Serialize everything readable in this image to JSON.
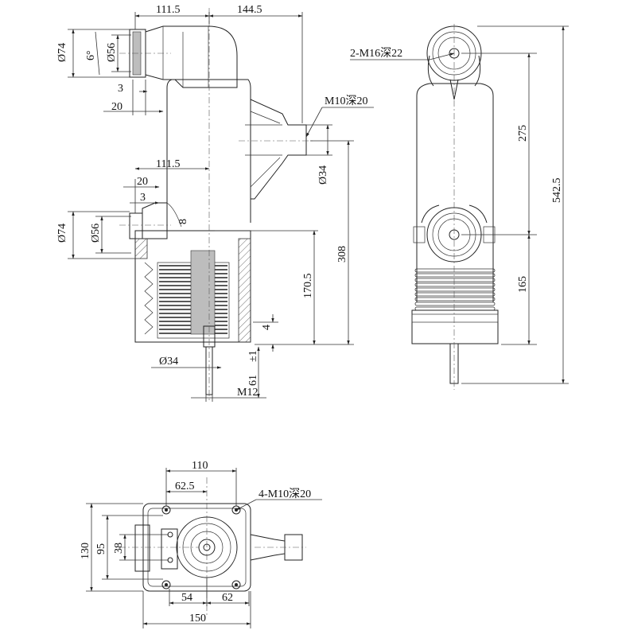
{
  "side_view": {
    "dims": {
      "top_left_width": "111.5",
      "top_right_width": "144.5",
      "dia74_top": "Ø74",
      "angle": "6°",
      "dia56_top": "Ø56",
      "offset3_top": "3",
      "offset20_top": "20",
      "mid_width": "111.5",
      "offset20_mid": "20",
      "offset3_mid": "3",
      "dia74_bot": "Ø74",
      "dia56_bot": "Ø56",
      "eight": "8",
      "m10_depth": "M10深20",
      "dia34_right": "Ø34",
      "h308": "308",
      "h170_5": "170.5",
      "four": "4",
      "pm1": "±1",
      "dia34_bot": "Ø34",
      "h61": "61",
      "m12": "M12"
    }
  },
  "front_view": {
    "dims": {
      "m16_depth": "2-M16深22",
      "h275": "275",
      "h542_5": "542.5",
      "h165": "165"
    }
  },
  "top_view": {
    "dims": {
      "w110": "110",
      "w62_5": "62.5",
      "m10_holes": "4-M10深20",
      "h130": "130",
      "h95": "95",
      "h38": "38",
      "w54": "54",
      "w62": "62",
      "w150": "150"
    }
  }
}
